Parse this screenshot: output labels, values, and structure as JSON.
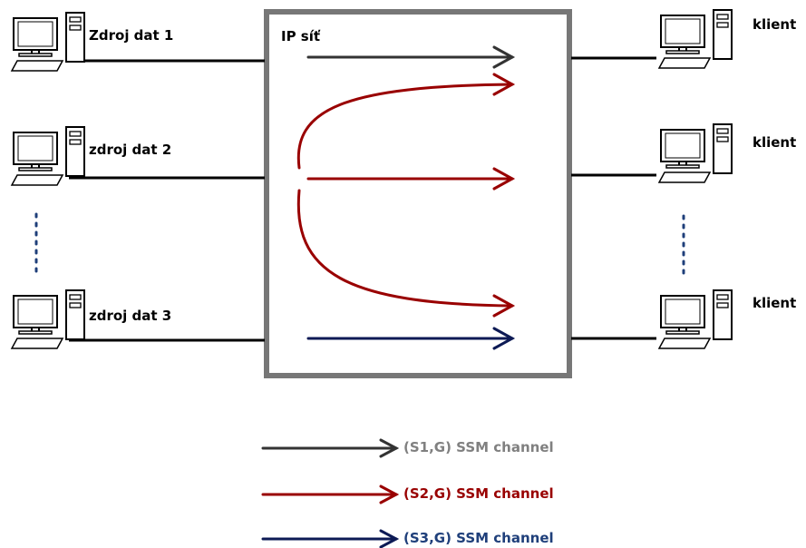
{
  "network": {
    "title": "IP síť"
  },
  "sources": [
    {
      "label": "Zdroj dat 1"
    },
    {
      "label": "zdroj dat 2"
    },
    {
      "label": "zdroj dat 3"
    }
  ],
  "clients": [
    {
      "label": "klient"
    },
    {
      "label": "klient"
    },
    {
      "label": "klient"
    }
  ],
  "legend": [
    {
      "label": "(S1,G) SSM channel",
      "color": "#808080",
      "arrow_color": "#333333"
    },
    {
      "label": "(S2,G) SSM channel",
      "color": "#990000",
      "arrow_color": "#990000"
    },
    {
      "label": "(S3,G) SSM channel",
      "color": "#1f3f7a",
      "arrow_color": "#0d1a55"
    }
  ],
  "colors": {
    "box_border": "#777777",
    "line": "#000000",
    "dots": "#1f3f7a"
  },
  "icons": {
    "computer": "computer-icon"
  }
}
